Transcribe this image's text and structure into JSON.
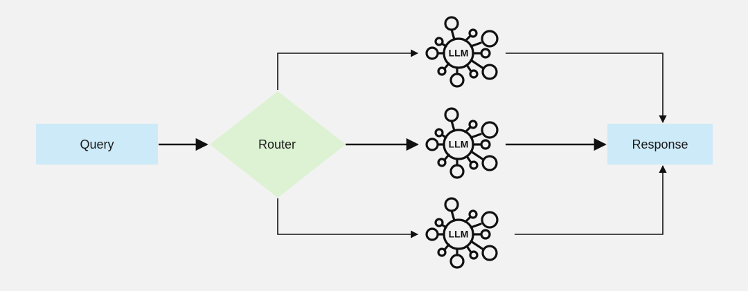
{
  "nodes": {
    "query": {
      "label": "Query"
    },
    "router": {
      "label": "Router"
    },
    "response": {
      "label": "Response"
    },
    "llms": [
      {
        "label": "LLM"
      },
      {
        "label": "LLM"
      },
      {
        "label": "LLM"
      }
    ]
  },
  "colors": {
    "background": "#f2f2f2",
    "terminal_fill": "#cdeaf8",
    "router_fill": "#dcf2d2",
    "stroke": "#111111",
    "text": "#1a1a1a"
  },
  "icons": {
    "llm": "llm-network-icon"
  }
}
